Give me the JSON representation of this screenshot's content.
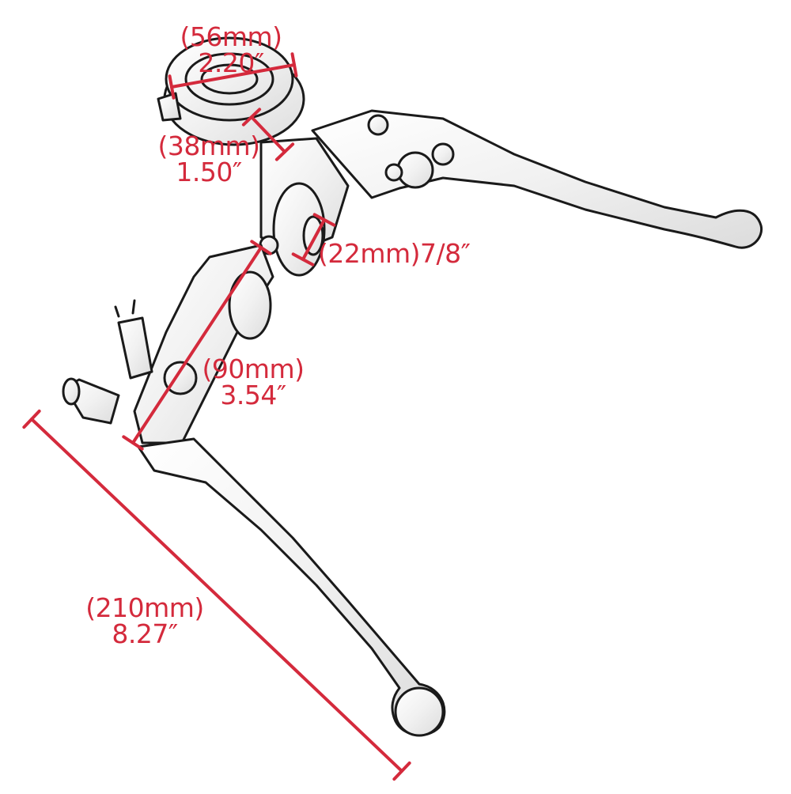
{
  "dimensions": [
    {
      "id": "reservoir-diameter",
      "metric": "(56mm)",
      "imperial": "2.20″"
    },
    {
      "id": "reservoir-depth",
      "metric": "(38mm)",
      "imperial": "1.50″"
    },
    {
      "id": "bar-clamp",
      "metric": "(22mm)7/8″"
    },
    {
      "id": "mount-length",
      "metric": "(90mm)",
      "imperial": "3.54″"
    },
    {
      "id": "lever-length",
      "metric": "(210mm)",
      "imperial": "8.27″"
    }
  ],
  "colors": {
    "dimension": "#d42a3c",
    "outline": "#1a1a1a"
  }
}
